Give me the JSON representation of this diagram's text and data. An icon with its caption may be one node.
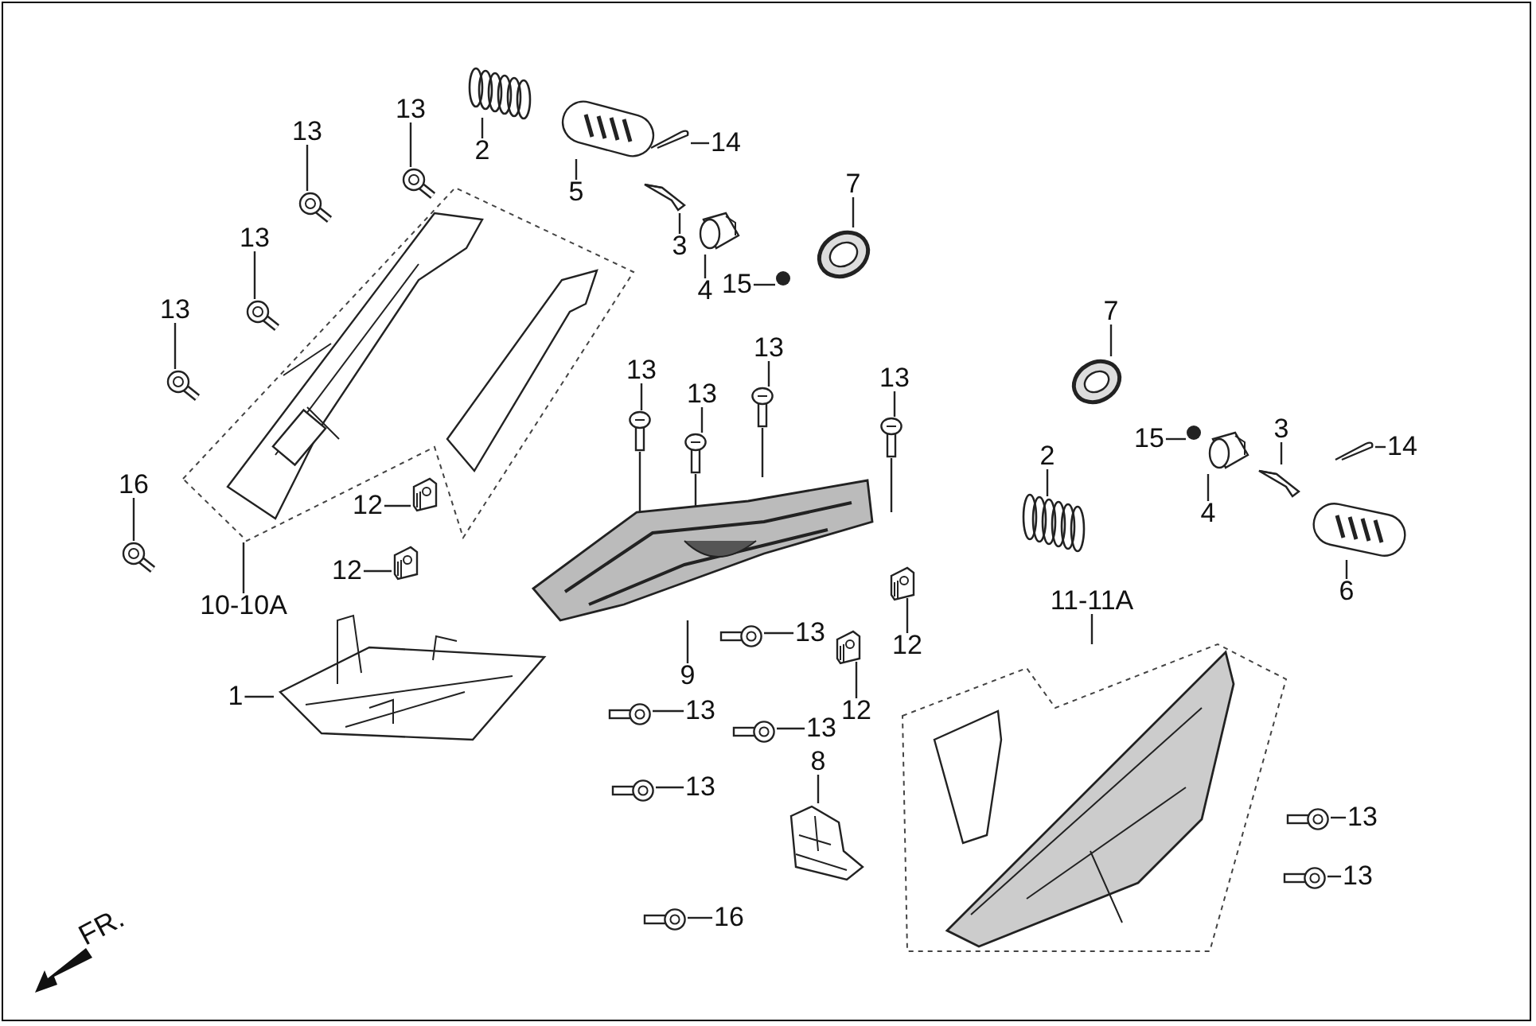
{
  "diagram": {
    "nodes": [
      {
        "text": [
          "2"
        ]
      },
      {
        "text": [],
        "shape": "picture"
      },
      {
        "text": [
          "13"
        ]
      },
      {
        "text": [],
        "shape": "picture"
      },
      {
        "text": [
          "14"
        ]
      },
      {
        "text": [],
        "shape": "picture"
      },
      {
        "text": [
          "5"
        ]
      },
      {
        "text": [],
        "shape": "picture"
      },
      {
        "text": [
          "13"
        ]
      },
      {
        "text": [],
        "shape": "picture"
      },
      {
        "text": [
          "3"
        ]
      },
      {
        "text": [],
        "shape": "picture"
      },
      {
        "text": [
          "7"
        ]
      },
      {
        "text": [],
        "shape": "picture"
      },
      {
        "text": [
          "4"
        ]
      },
      {
        "text": [],
        "shape": "picture"
      },
      {
        "text": [
          "15"
        ]
      },
      {
        "text": [],
        "shape": "circle"
      },
      {
        "text": [
          "13"
        ]
      },
      {
        "text": [],
        "shape": "picture"
      },
      {
        "text": [
          "13"
        ]
      },
      {
        "text": [],
        "shape": "picture"
      },
      {
        "text": [
          "10-10A"
        ]
      },
      {
        "text": [],
        "shape": "picture"
      },
      {
        "text": [
          "16"
        ]
      },
      {
        "text": [],
        "shape": "picture"
      },
      {
        "text": [
          "12"
        ]
      },
      {
        "text": [],
        "shape": "picture"
      },
      {
        "text": [
          "12"
        ]
      },
      {
        "text": [],
        "shape": "picture"
      },
      {
        "text": [
          "13"
        ]
      },
      {
        "text": [],
        "shape": "picture"
      },
      {
        "text": [
          "13"
        ]
      },
      {
        "text": [],
        "shape": "picture"
      },
      {
        "text": [
          "13"
        ]
      },
      {
        "text": [],
        "shape": "picture"
      },
      {
        "text": [
          "13"
        ]
      },
      {
        "text": [],
        "shape": "picture"
      },
      {
        "text": [
          "9"
        ]
      },
      {
        "text": [],
        "shape": "picture"
      },
      {
        "text": [
          "13"
        ]
      },
      {
        "text": [],
        "shape": "picture"
      },
      {
        "text": [
          "12"
        ]
      },
      {
        "text": [],
        "shape": "picture"
      },
      {
        "text": [
          "12"
        ]
      },
      {
        "text": [],
        "shape": "picture"
      },
      {
        "text": [
          "1"
        ]
      },
      {
        "text": [],
        "shape": "picture"
      },
      {
        "text": [
          "13"
        ]
      },
      {
        "text": [],
        "shape": "picture"
      },
      {
        "text": [
          "13"
        ]
      },
      {
        "text": [],
        "shape": "picture"
      },
      {
        "text": [
          "13"
        ]
      },
      {
        "text": [],
        "shape": "picture"
      },
      {
        "text": [
          "8"
        ]
      },
      {
        "text": [],
        "shape": "picture"
      },
      {
        "text": [
          "16"
        ]
      },
      {
        "text": [],
        "shape": "picture"
      },
      {
        "text": [
          "7"
        ]
      },
      {
        "text": [],
        "shape": "picture"
      },
      {
        "text": [
          "15"
        ]
      },
      {
        "text": [],
        "shape": "circle"
      },
      {
        "text": [
          "3"
        ]
      },
      {
        "text": [],
        "shape": "picture"
      },
      {
        "text": [
          "14"
        ]
      },
      {
        "text": [],
        "shape": "picture"
      },
      {
        "text": [
          "2"
        ]
      },
      {
        "text": [],
        "shape": "picture"
      },
      {
        "text": [
          "4"
        ]
      },
      {
        "text": [],
        "shape": "picture"
      },
      {
        "text": [
          "6"
        ]
      },
      {
        "text": [],
        "shape": "picture"
      },
      {
        "text": [
          "11-11A"
        ]
      },
      {
        "text": [],
        "shape": "picture"
      },
      {
        "text": [
          "13"
        ]
      },
      {
        "text": [],
        "shape": "picture"
      },
      {
        "text": [
          "13"
        ]
      },
      {
        "text": [],
        "shape": "picture"
      }
    ],
    "edges": [
      {
        "from": 0,
        "to": 1,
        "arrow": "none"
      },
      {
        "from": 2,
        "to": 3,
        "arrow": "none"
      },
      {
        "from": 4,
        "to": 5,
        "arrow": "none"
      },
      {
        "from": 6,
        "to": 7,
        "arrow": "none"
      },
      {
        "from": 8,
        "to": 9,
        "arrow": "none"
      },
      {
        "from": 10,
        "to": 11,
        "arrow": "none"
      },
      {
        "from": 12,
        "to": 13,
        "arrow": "none"
      },
      {
        "from": 14,
        "to": 15,
        "arrow": "none"
      },
      {
        "from": 16,
        "to": 17,
        "arrow": "none"
      },
      {
        "from": 18,
        "to": 19,
        "arrow": "none"
      },
      {
        "from": 20,
        "to": 21,
        "arrow": "none"
      },
      {
        "from": 22,
        "to": 23,
        "arrow": "none"
      },
      {
        "from": 24,
        "to": 25,
        "arrow": "none"
      },
      {
        "from": 26,
        "to": 27,
        "arrow": "none"
      },
      {
        "from": 28,
        "to": 29,
        "arrow": "none"
      },
      {
        "from": 30,
        "to": 31,
        "arrow": "none"
      },
      {
        "from": 32,
        "to": 33,
        "arrow": "none"
      },
      {
        "from": 34,
        "to": 35,
        "arrow": "none"
      },
      {
        "from": 36,
        "to": 37,
        "arrow": "none"
      },
      {
        "from": 38,
        "to": 39,
        "arrow": "none"
      },
      {
        "from": 40,
        "to": 41,
        "arrow": "none"
      },
      {
        "from": 42,
        "to": 43,
        "arrow": "none"
      },
      {
        "from": 44,
        "to": 45,
        "arrow": "none"
      },
      {
        "from": 46,
        "to": 47,
        "arrow": "none"
      },
      {
        "from": 48,
        "to": 49,
        "arrow": "none"
      },
      {
        "from": 50,
        "to": 51,
        "arrow": "none"
      },
      {
        "from": 52,
        "to": 53,
        "arrow": "none"
      },
      {
        "from": 54,
        "to": 55,
        "arrow": "none"
      },
      {
        "from": 56,
        "to": 57,
        "arrow": "none"
      },
      {
        "from": 58,
        "to": 59,
        "arrow": "none"
      },
      {
        "from": 60,
        "to": 61,
        "arrow": "none"
      },
      {
        "from": 62,
        "to": 63,
        "arrow": "none"
      },
      {
        "from": 64,
        "to": 65,
        "arrow": "none"
      },
      {
        "from": 66,
        "to": 67,
        "arrow": "none"
      },
      {
        "from": 68,
        "to": 69,
        "arrow": "none"
      },
      {
        "from": 70,
        "to": 71,
        "arrow": "none"
      },
      {
        "from": 72,
        "to": 73,
        "arrow": "none"
      },
      {
        "from": 74,
        "to": 75,
        "arrow": "none"
      },
      {
        "from": 76,
        "to": 77,
        "arrow": "none"
      },
      {
        "from": 31,
        "to": 39,
        "arrow": "none"
      },
      {
        "from": 33,
        "to": 39,
        "arrow": "none"
      },
      {
        "from": 35,
        "to": 39,
        "arrow": "none"
      },
      {
        "from": 37,
        "to": 39,
        "arrow": "none"
      }
    ],
    "labels": [
      "FR."
    ]
  }
}
